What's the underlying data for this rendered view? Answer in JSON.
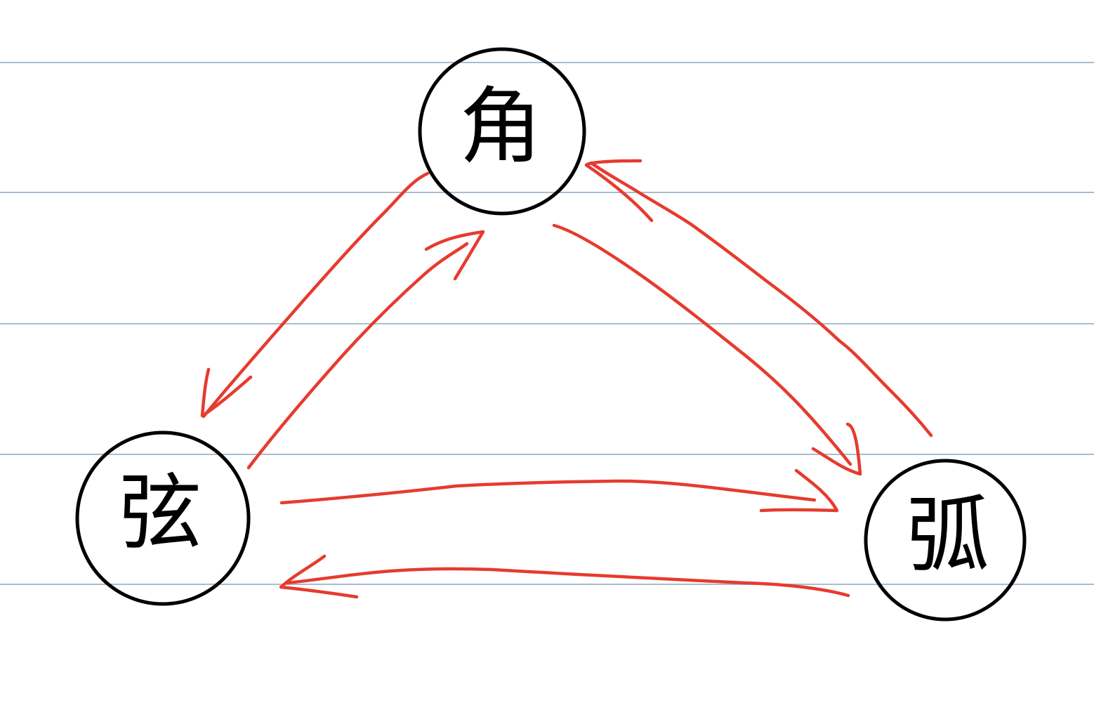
{
  "diagram": {
    "nodes": [
      {
        "id": "jiao",
        "label": "角"
      },
      {
        "id": "xian",
        "label": "弦"
      },
      {
        "id": "hu",
        "label": "弧"
      }
    ],
    "edges": [
      {
        "from": "jiao",
        "to": "xian"
      },
      {
        "from": "xian",
        "to": "jiao"
      },
      {
        "from": "jiao",
        "to": "hu"
      },
      {
        "from": "hu",
        "to": "jiao"
      },
      {
        "from": "xian",
        "to": "hu"
      },
      {
        "from": "hu",
        "to": "xian"
      }
    ]
  },
  "colors": {
    "background": "#ffffff",
    "ruled_line": "#a9bccf",
    "node_stroke": "#000000",
    "arrow": "#e63b2e"
  }
}
